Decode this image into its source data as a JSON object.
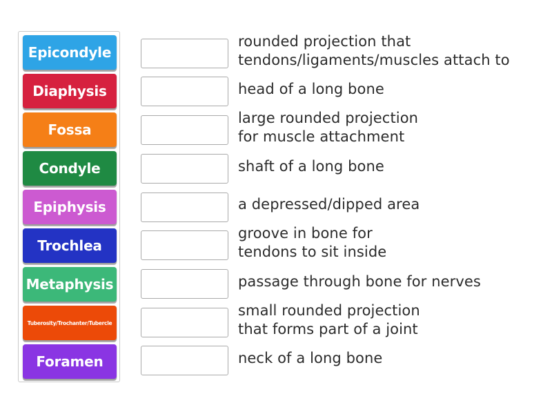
{
  "tiles": [
    {
      "label": "Epicondyle",
      "color": "#2ea4e6"
    },
    {
      "label": "Diaphysis",
      "color": "#d6213f"
    },
    {
      "label": "Fossa",
      "color": "#f57f17"
    },
    {
      "label": "Condyle",
      "color": "#1f8a43"
    },
    {
      "label": "Epiphysis",
      "color": "#cc5ad1"
    },
    {
      "label": "Trochlea",
      "color": "#2333c4"
    },
    {
      "label": "Metaphysis",
      "color": "#3cb879"
    },
    {
      "label": "Tuberosity/Trochanter/Tubercle",
      "color": "#ec4a08"
    },
    {
      "label": "Foramen",
      "color": "#8a35e3"
    }
  ],
  "descriptions": [
    {
      "line1": "rounded projection that",
      "line2": "tendons/ligaments/muscles attach to"
    },
    {
      "line1": "head of a long bone",
      "line2": ""
    },
    {
      "line1": "large rounded projection",
      "line2": "for muscle attachment"
    },
    {
      "line1": "shaft of a long bone",
      "line2": ""
    },
    {
      "line1": "a depressed/dipped area",
      "line2": ""
    },
    {
      "line1": "groove in bone for",
      "line2": "tendons to sit inside"
    },
    {
      "line1": "passage through bone for nerves",
      "line2": ""
    },
    {
      "line1": "small rounded projection",
      "line2": "that forms part of a joint"
    },
    {
      "line1": "neck of a long bone",
      "line2": ""
    }
  ]
}
